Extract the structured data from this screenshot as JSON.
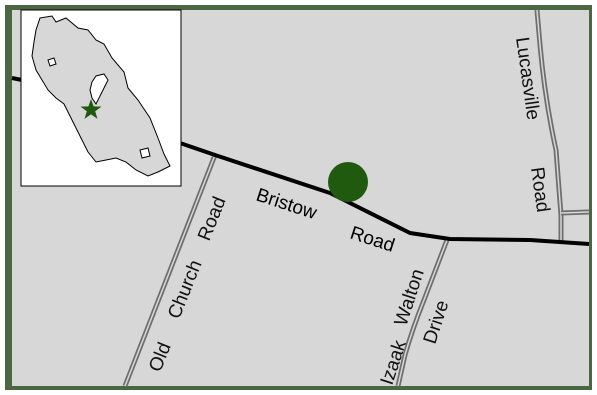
{
  "map": {
    "roads": {
      "bristow": "Bristow Road",
      "bristow_word1": "Bristow",
      "bristow_word2": "Road",
      "old_church_word1": "Old",
      "old_church_word2": "Church",
      "old_church_word3": "Road",
      "izaak_walton_word1": "Izaak",
      "izaak_walton_word2": "Walton",
      "izaak_walton_word3": "Drive",
      "lucasville_word1": "Lucasville",
      "lucasville_word2": "Road"
    },
    "marker": {
      "icon": "location-dot-icon",
      "color": "#1f5a0f"
    },
    "inset": {
      "star_icon": "star-icon",
      "star_color": "#1f5a0f"
    },
    "colors": {
      "background": "#d7d7d7",
      "frame": "#4a6741",
      "minor_road": "#6e6e6e",
      "major_road": "#000000"
    }
  }
}
